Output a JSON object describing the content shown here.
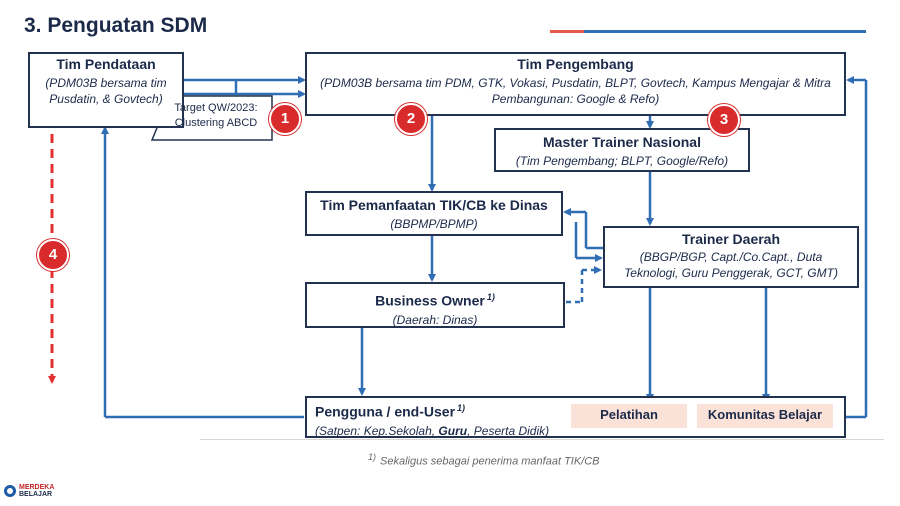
{
  "page": {
    "title": "3. Penguatan SDM"
  },
  "boxes": {
    "tim_pendataan": {
      "title": "Tim Pendataan",
      "subtitle": "(PDM03B bersama tim Pusdatin, & Govtech)"
    },
    "target": {
      "text_line1": "Target QW/2023:",
      "text_line2": "Clustering ABCD"
    },
    "tim_pengembang": {
      "title": "Tim Pengembang",
      "subtitle": "(PDM03B bersama tim PDM, GTK, Vokasi, Pusdatin, BLPT, Govtech, Kampus Mengajar & Mitra Pembangunan: Google & Refo)"
    },
    "master_trainer": {
      "title": "Master Trainer Nasional",
      "subtitle": "(Tim Pengembang; BLPT, Google/Refo)"
    },
    "tim_pemanfaatan": {
      "title": "Tim Pemanfaatan TIK/CB ke Dinas",
      "subtitle": "(BBPMP/BPMP)"
    },
    "trainer_daerah": {
      "title": "Trainer Daerah",
      "subtitle": "(BBGP/BGP, Capt./Co.Capt., Duta Teknologi, Guru Penggerak, GCT, GMT)"
    },
    "business_owner": {
      "title": "Business Owner",
      "sup": "1)",
      "subtitle": "(Daerah: Dinas)"
    },
    "pengguna": {
      "title": "Pengguna / end-User",
      "sup": "1)",
      "subtitle_a": "(Satpen: Kep.Sekolah, ",
      "subtitle_bold": "Guru",
      "subtitle_b": ", Peserta Didik)"
    }
  },
  "tags": {
    "pelatihan": "Pelatihan",
    "komunitas": "Komunitas Belajar"
  },
  "badges": [
    "1",
    "2",
    "3",
    "4"
  ],
  "footnote": {
    "sup": "1)",
    "text": "Sekaligus sebagai penerima manfaat TIK/CB"
  },
  "logo": {
    "line1": "MERDEKA",
    "line2": "BELAJAR"
  },
  "colors": {
    "arrow_blue": "#2f6eb5",
    "badge_red": "#d92b2b",
    "dash_red": "#e03030",
    "box_border": "#23334f",
    "tag_bg": "#fbe2d8"
  }
}
